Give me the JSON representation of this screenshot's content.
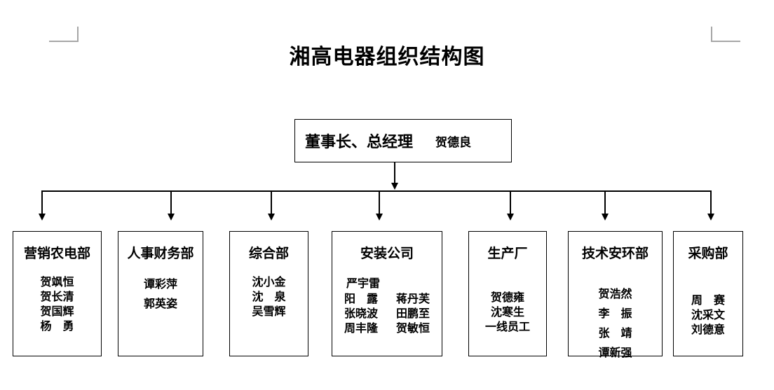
{
  "document": {
    "title": "湘高电器组织结构图",
    "crop_marks": [
      "top-left",
      "top-right"
    ]
  },
  "colors": {
    "line": "#000000",
    "text": "#000000",
    "crop_mark": "#a6a6a6",
    "background": "#ffffff"
  },
  "root": {
    "title": "董事长、总经理",
    "name": "贺德良"
  },
  "departments": [
    {
      "title": "营销农电部",
      "members": "贺飒恒\n贺长清\n贺国辉\n杨　勇"
    },
    {
      "title": "人事财务部",
      "members": "谭彩萍\n郭英姿"
    },
    {
      "title": "综合部",
      "members": "沈小金\n沈　泉\n吴雪辉"
    },
    {
      "title": "安装公司",
      "lead": "严宇雷",
      "members_col1": "阳　露\n张晓波\n周丰隆",
      "members_col2": "蒋丹芙\n田鹏至\n贺敏恒"
    },
    {
      "title": "生产厂",
      "members": "贺德雍\n沈寒生\n一线员工"
    },
    {
      "title": "技术安环部",
      "members": "贺浩然\n李　振\n张　靖\n谭新强"
    },
    {
      "title": "采购部",
      "members": "周　赛\n沈采文\n刘德意"
    }
  ]
}
